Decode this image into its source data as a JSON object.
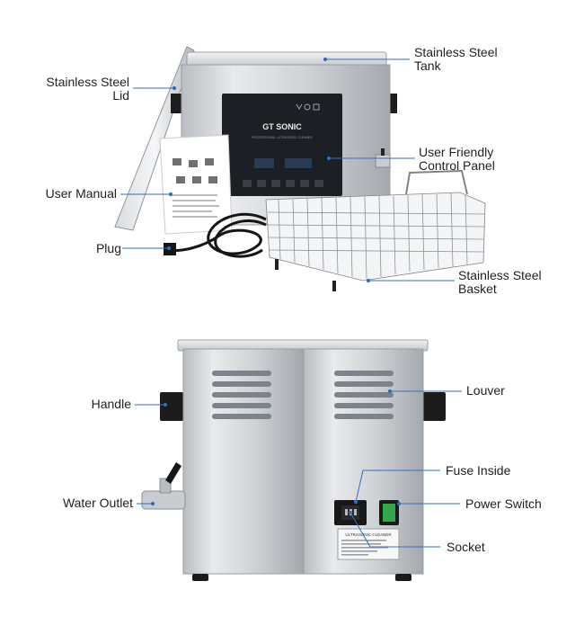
{
  "top_labels": {
    "lid": "Stainless Steel\nLid",
    "tank": "Stainless Steel\nTank",
    "control_panel": "User Friendly\nControl Panel",
    "manual": "User Manual",
    "plug": "Plug",
    "basket": "Stainless Steel\nBasket"
  },
  "bottom_labels": {
    "handle": "Handle",
    "louver": "Louver",
    "fuse": "Fuse Inside",
    "water_outlet": "Water Outlet",
    "power_switch": "Power Switch",
    "socket": "Socket"
  },
  "device": {
    "brand": "GT SONIC",
    "brand_tagline": "PROFESSIONAL ULTRASONIC CLEANER",
    "plate_title": "ULTRASONIC CLEANER"
  },
  "colors": {
    "leader": "#2f6fbf",
    "steel_light": "#e4e6e8",
    "steel_dark": "#9ea3a8",
    "panel": "#1c1f24",
    "switch_green": "#2fa84a"
  }
}
